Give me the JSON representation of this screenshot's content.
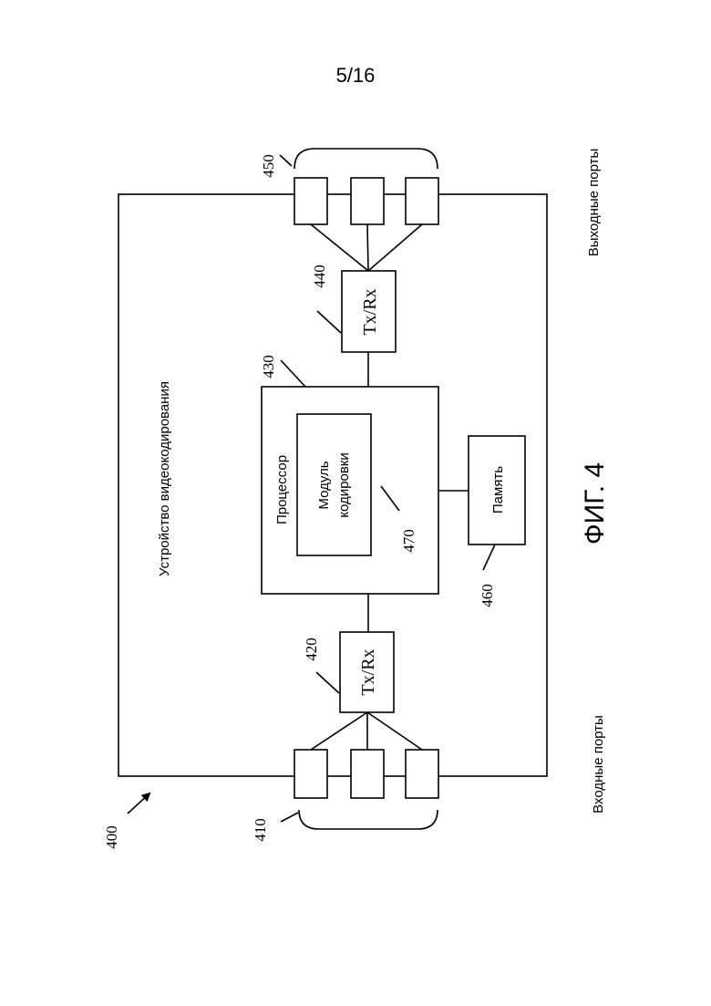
{
  "page_number": "5/16",
  "figure_label": "ФИГ. 4",
  "device": {
    "ref": "400",
    "label": "Устройство видеокодирования"
  },
  "input_ports": {
    "ref": "410",
    "label": "Входные порты"
  },
  "output_ports": {
    "ref": "450",
    "label": "Выходные порты"
  },
  "tx_rx_in": {
    "ref": "420",
    "label": "Tx/Rx"
  },
  "tx_rx_out": {
    "ref": "440",
    "label": "Tx/Rx"
  },
  "processor": {
    "ref": "430",
    "label": "Процессор"
  },
  "coding_module": {
    "ref": "470",
    "label_line1": "Модуль",
    "label_line2": "кодировки"
  },
  "memory": {
    "ref": "460",
    "label": "Память"
  }
}
